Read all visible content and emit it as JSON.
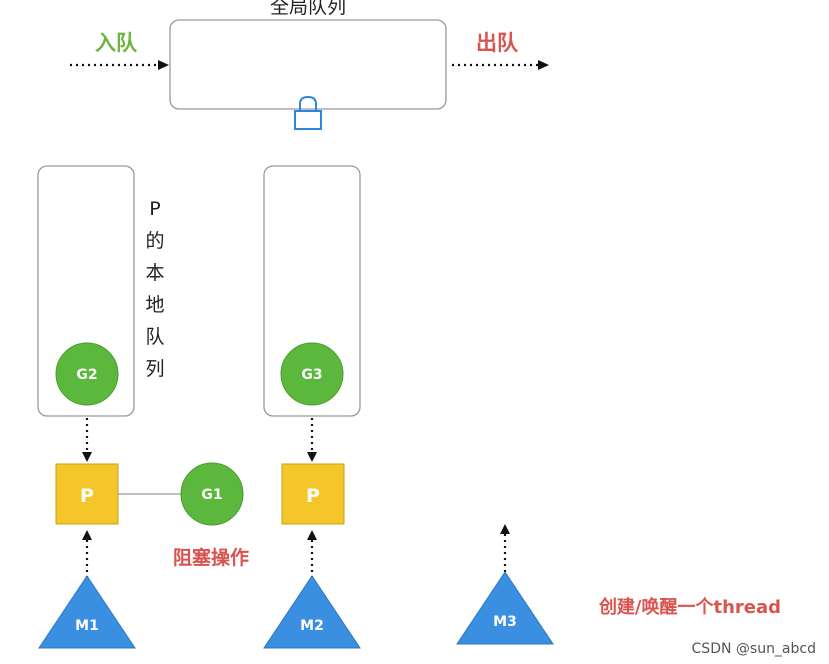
{
  "global_queue": {
    "title": "全局队列"
  },
  "enqueue": {
    "label": "入队",
    "color": "#6fb43f"
  },
  "dequeue": {
    "label": "出队",
    "color": "#d9534f"
  },
  "local_queue_caption": [
    "P",
    "的",
    "本",
    "地",
    "队",
    "列"
  ],
  "goroutines": {
    "g1": "G1",
    "g2": "G2",
    "g3": "G3",
    "color": "#5cb83c"
  },
  "processors": {
    "p1": "P",
    "p2": "P",
    "color": "#f4c62a"
  },
  "machines": {
    "m1": "M1",
    "m2": "M2",
    "m3": "M3",
    "color": "#3a8fe0"
  },
  "annotations": {
    "blocking": "阻塞操作",
    "create_thread": "创建/唤醒一个thread",
    "color": "#d9534f"
  },
  "watermark": "CSDN @sun_abcd"
}
